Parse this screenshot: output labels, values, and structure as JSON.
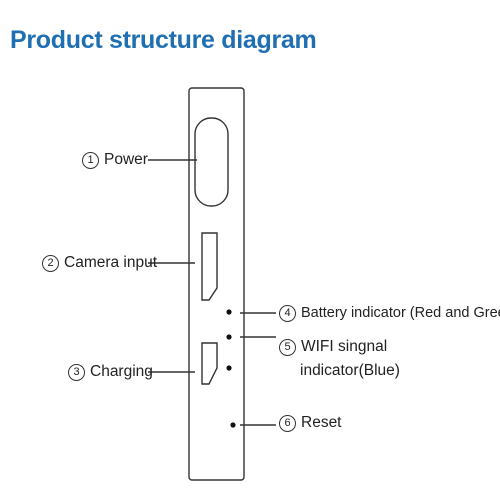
{
  "title": "Product structure diagram",
  "callouts": [
    {
      "number": "1",
      "label": "Power"
    },
    {
      "number": "2",
      "label": "Camera input"
    },
    {
      "number": "3",
      "label": "Charging"
    },
    {
      "number": "4",
      "label": "Battery indicator (Red and Green)"
    },
    {
      "number": "5",
      "label": "WIFI singnal",
      "label_line2": "indicator(Blue)"
    },
    {
      "number": "6",
      "label": "Reset"
    }
  ],
  "colors": {
    "title": "#1f6fb2",
    "outline": "#333333",
    "text": "#222222"
  }
}
